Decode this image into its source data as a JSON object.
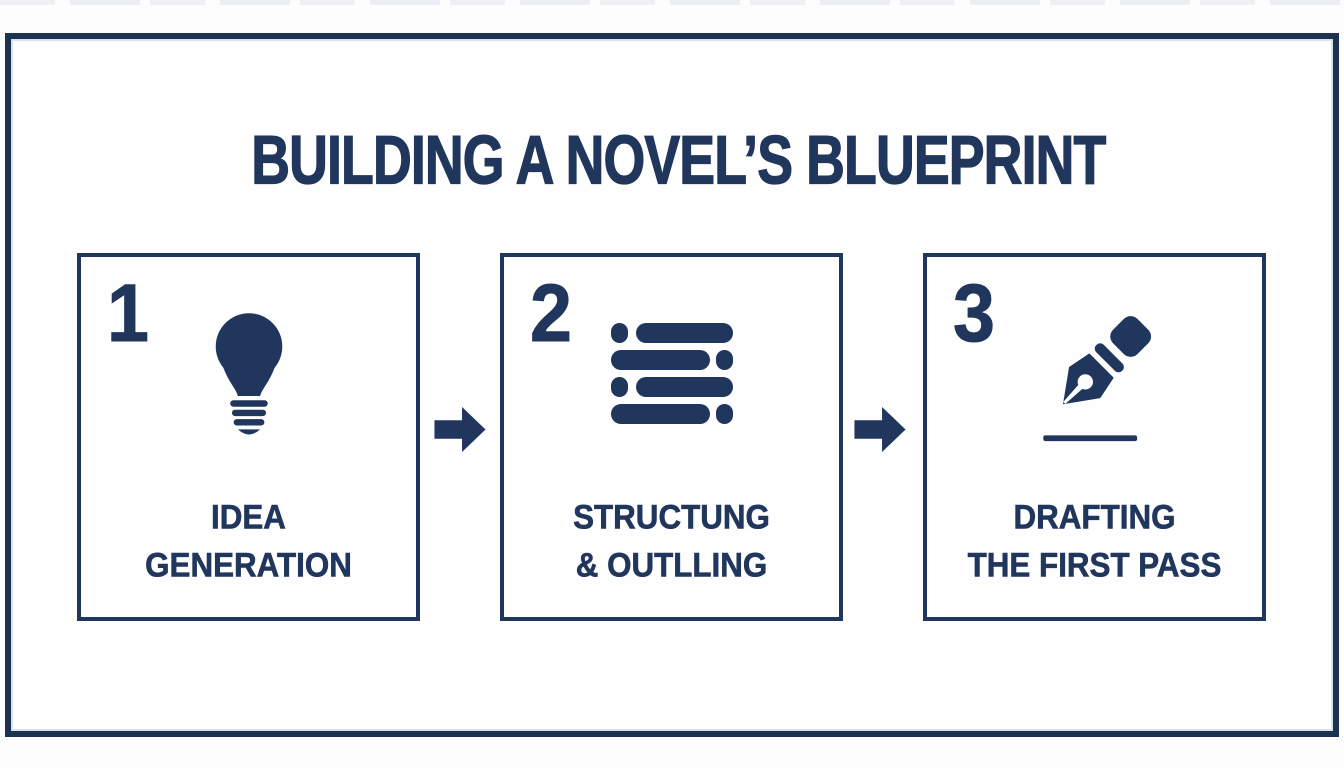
{
  "title": "BUILDING A NOVEL’S BLUEPRINT",
  "colors": {
    "navy": "#20365c",
    "border": "#1d3150",
    "bg": "#fdfdfd",
    "panel": "#fefefe"
  },
  "steps": [
    {
      "number": "1",
      "icon": "lightbulb-icon",
      "label_line1": "IDEA",
      "label_line2": "GENERATION"
    },
    {
      "number": "2",
      "icon": "list-icon",
      "label_line1": "STRUCTUNG",
      "label_line2": "& OUTLLING"
    },
    {
      "number": "3",
      "icon": "pen-nib-icon",
      "label_line1": "DRAFTING",
      "label_line2": "THE FIRST PASS"
    }
  ],
  "connectors": {
    "arrow_icon": "right-arrow-icon",
    "count": 2
  }
}
